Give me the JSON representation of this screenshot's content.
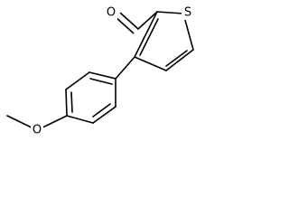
{
  "molecule": {
    "atom_labels": {
      "carbonyl_oxygen": "O",
      "thiophene_sulfur": "S",
      "ether_oxygen": "O"
    }
  }
}
